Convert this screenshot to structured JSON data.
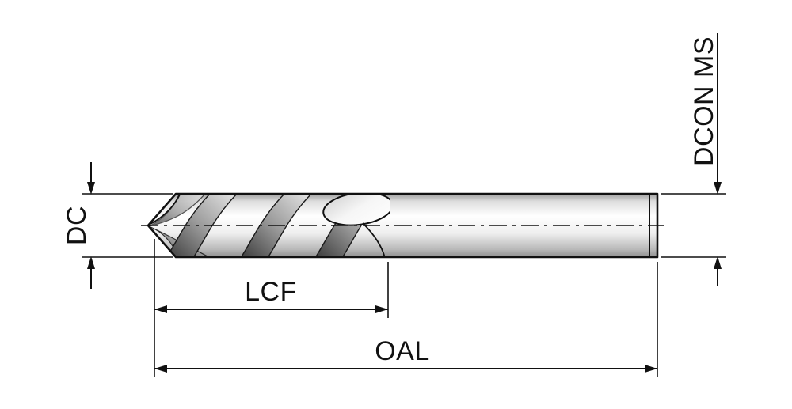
{
  "diagram": {
    "kind": "tool-dimension-drawing",
    "labels": {
      "dc": "DC",
      "lcf": "LCF",
      "oal": "OAL",
      "dcon": "DCON MS"
    },
    "colors": {
      "ink": "#111111",
      "background": "#ffffff",
      "metal_light": "#ffffff",
      "metal_dark": "#8f8f8f"
    }
  }
}
